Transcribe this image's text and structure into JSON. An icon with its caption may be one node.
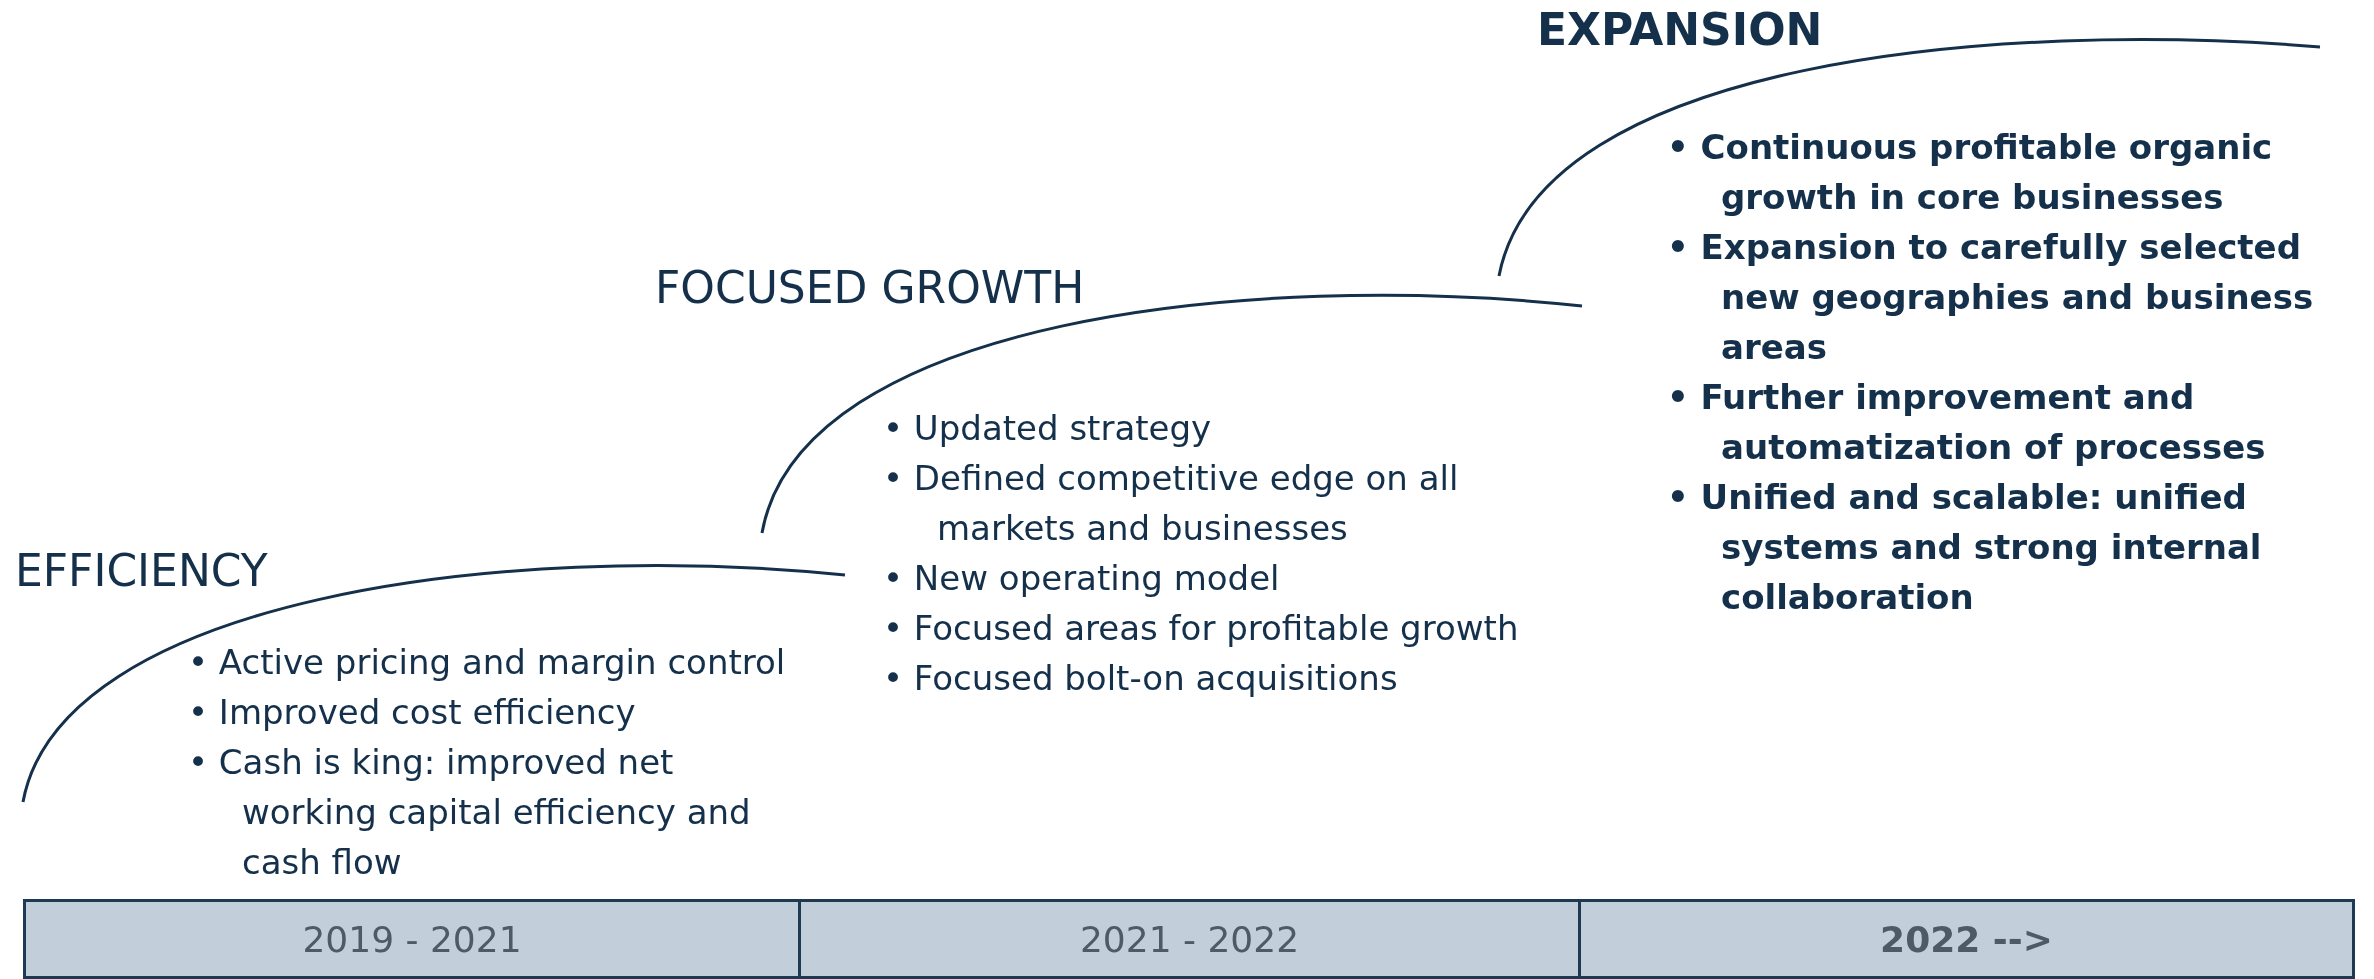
{
  "diagram": {
    "nodes": [
      {
        "text": [
          "2019 - 2021"
        ]
      },
      {
        "text": [
          "2021 - 2022"
        ]
      },
      {
        "text": [
          "2022 -->"
        ]
      }
    ],
    "labels": [
      "EFFICIENCY",
      "• Active pricing and margin control",
      "• Improved cost efficiency",
      "• Cash is king: improved net working capital efficiency and cash flow",
      "FOCUSED GROWTH",
      "• Updated strategy",
      "• Defined competitive edge on all markets and businesses",
      "• New operating model",
      "• Focused areas for profitable growth",
      "• Focused bolt-on acquisitions",
      "EXPANSION",
      "• Continuous profitable organic growth in core businesses",
      "• Expansion to carefully selected new geographies and business areas",
      "• Further improvement and automatization of processes",
      "• Unified and scalable: unified systems and strong internal collaboration"
    ]
  }
}
